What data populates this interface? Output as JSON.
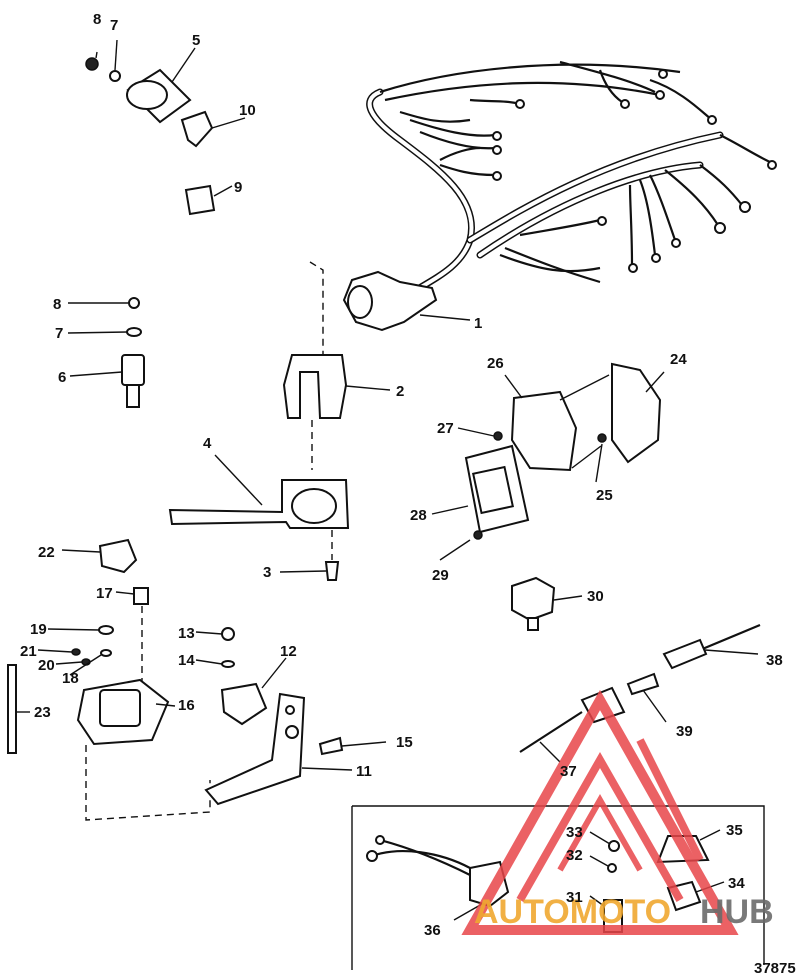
{
  "diagram": {
    "drawing_number": "37875",
    "callouts": [
      "1",
      "2",
      "3",
      "4",
      "5",
      "6",
      "7",
      "8",
      "9",
      "10",
      "11",
      "12",
      "13",
      "14",
      "15",
      "16",
      "17",
      "18",
      "19",
      "20",
      "21",
      "22",
      "23",
      "24",
      "25",
      "26",
      "27",
      "28",
      "29",
      "30",
      "31",
      "32",
      "33",
      "34",
      "35",
      "36",
      "37",
      "38",
      "39"
    ],
    "repeated_callouts": {
      "7b": "7",
      "8b": "8"
    }
  },
  "watermark": {
    "brand_part1": "AUTOMOTO",
    "brand_part2": "HUB",
    "colors": {
      "primary": "#e8464a",
      "secondary": "#f0a830",
      "dark": "#6b6b6b"
    }
  }
}
